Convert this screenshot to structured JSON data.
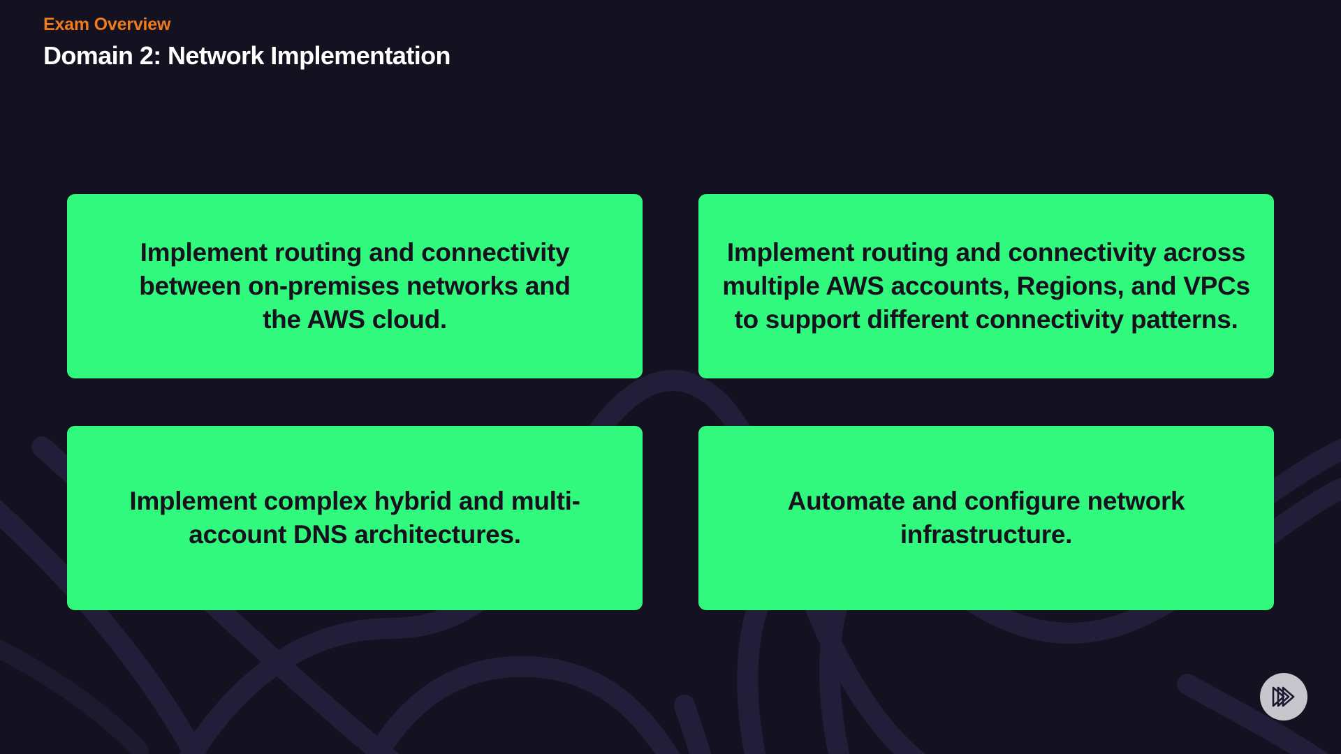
{
  "slide": {
    "eyebrow": "Exam Overview",
    "title": "Domain 2: Network Implementation"
  },
  "cards": [
    {
      "id": "card-1",
      "text": "Implement routing and connectivity between on-premises networks and the AWS cloud."
    },
    {
      "id": "card-2",
      "text": "Implement routing and connectivity across multiple AWS accounts, Regions, and VPCs to support different connectivity patterns."
    },
    {
      "id": "card-3",
      "text": "Implement complex hybrid and multi-account DNS architectures."
    },
    {
      "id": "card-4",
      "text": "Automate and configure network infrastructure."
    }
  ],
  "brand": {
    "badge_icon": "double-play-logo-icon"
  },
  "colors": {
    "background": "#141120",
    "background_swirl": "#221E39",
    "card_green": "#30F97D",
    "card_text": "#15121E",
    "eyebrow_orange": "#F07B1C",
    "title_white": "#FFFFFF",
    "badge_circle": "#C6C6CC",
    "badge_mark": "#1B1830"
  }
}
